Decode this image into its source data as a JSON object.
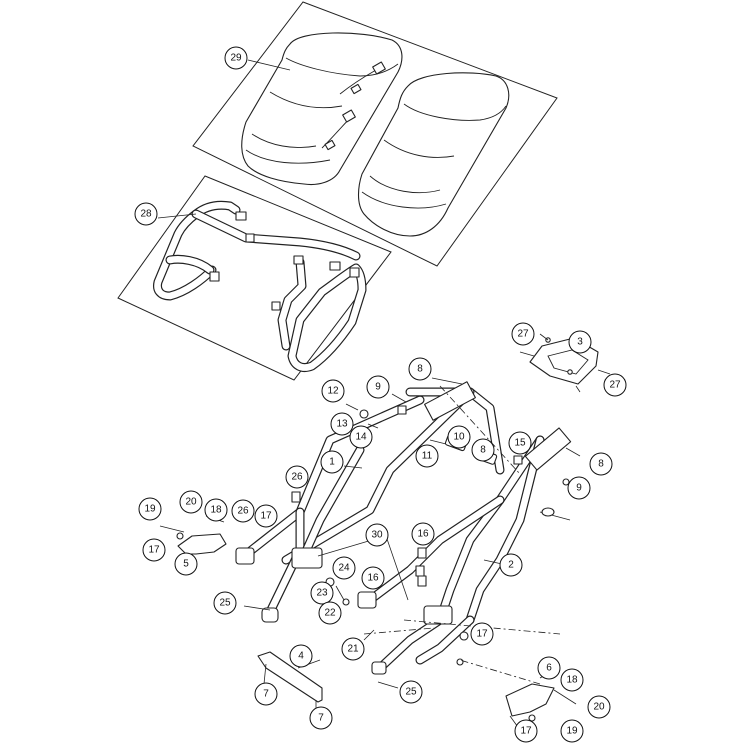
{
  "diagram": {
    "callouts": [
      "29",
      "28",
      "27",
      "3",
      "27",
      "12",
      "9",
      "8",
      "13",
      "14",
      "1",
      "10",
      "8",
      "11",
      "15",
      "8",
      "26",
      "9",
      "19",
      "20",
      "18",
      "26",
      "17",
      "30",
      "16",
      "17",
      "5",
      "24",
      "2",
      "16",
      "23",
      "25",
      "22",
      "21",
      "17",
      "4",
      "6",
      "18",
      "7",
      "25",
      "20",
      "7",
      "17",
      "19"
    ]
  },
  "colors": {
    "line": "#222222",
    "background": "#ffffff",
    "shade": "#f4f4f4"
  }
}
